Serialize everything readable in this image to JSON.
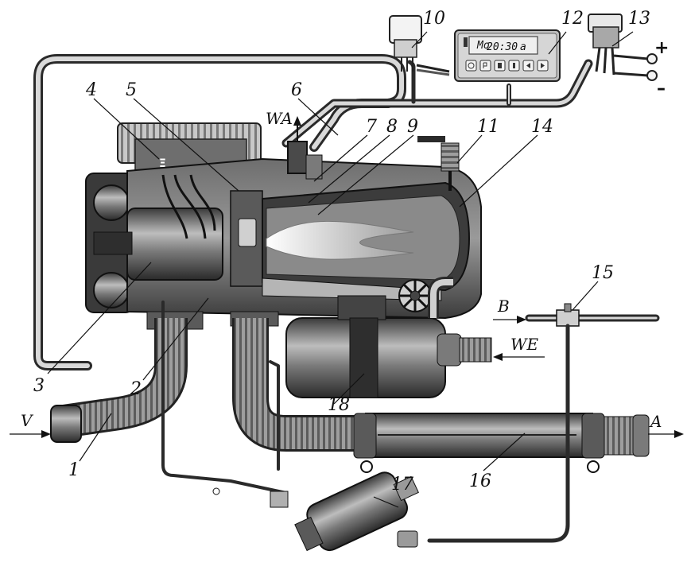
{
  "callouts": {
    "n1": "1",
    "n2": "2",
    "n3": "3",
    "n4": "4",
    "n5": "5",
    "n6": "6",
    "n7": "7",
    "n8": "8",
    "n9": "9",
    "n10": "10",
    "n11": "11",
    "n12": "12",
    "n13": "13",
    "n14": "14",
    "n15": "15",
    "n16": "16",
    "n17": "17",
    "n18": "18"
  },
  "flows": {
    "exhaust_out": "WA",
    "intake_in": "V",
    "hot_air_out": "A",
    "fuel_in": "B",
    "water_in": "WE"
  },
  "power": {
    "plus": "+",
    "minus": "–"
  },
  "timer": {
    "time": "20:30",
    "suffix": "a",
    "mode": "Mo"
  },
  "colors": {
    "outline": "#1c1c1c",
    "metal_dark": "#4a4a4a",
    "metal_mid": "#8c8c8c",
    "metal_light": "#d4d4d4",
    "flame": "#f2f2f2"
  }
}
